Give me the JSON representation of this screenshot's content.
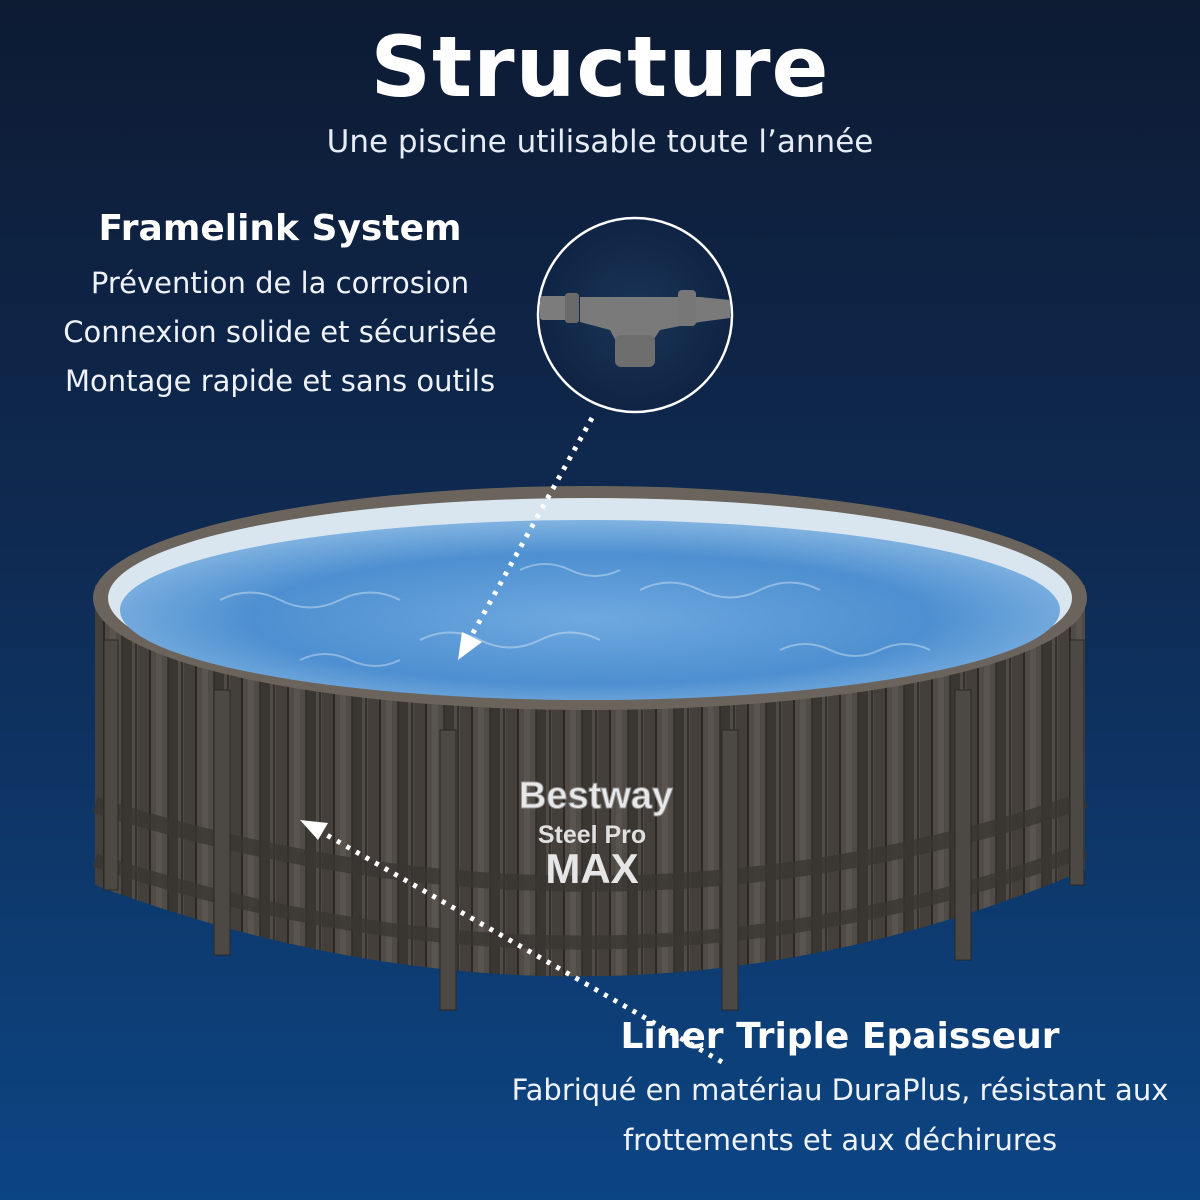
{
  "header": {
    "title": "Structure",
    "subtitle": "Une piscine utilisable toute l’année"
  },
  "framelink": {
    "heading": "Framelink System",
    "lines": [
      "Prévention de la corrosion",
      "Connexion solide et sécurisée",
      "Montage rapide et sans outils"
    ]
  },
  "liner": {
    "heading": "Liner Triple Epaisseur",
    "lines": [
      "Fabriqué en matériau DuraPlus, résistant aux",
      "frottements et aux déchirures"
    ]
  },
  "pool_branding": {
    "brand": "Bestway",
    "model": "Steel Pro",
    "variant": "MAX"
  },
  "colors": {
    "background_top": "#0d1b33",
    "background_bottom": "#0c4584",
    "text": "#ffffff",
    "water": "#4d8fd0",
    "wood": "#55504a"
  },
  "icons": {
    "arrows": "dotted-arrow-icon",
    "connector": "frame-connector-icon"
  }
}
